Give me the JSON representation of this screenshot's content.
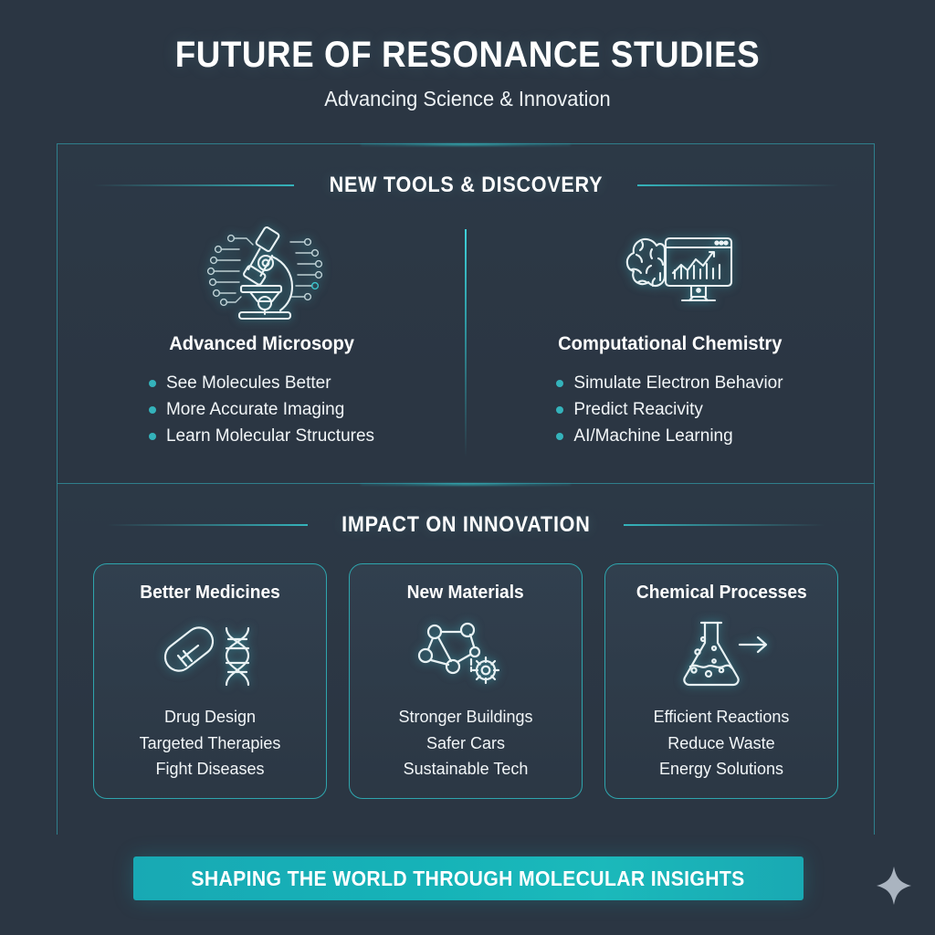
{
  "header": {
    "title": "FUTURE OF RESONANCE STUDIES",
    "subtitle": "Advancing Science & Innovation"
  },
  "colors": {
    "background": "#2b3643",
    "accent_teal": "#34b3bb",
    "accent_teal_bright": "#3fd2da",
    "border_teal": "#2ea5ad",
    "banner_teal": "#18a9b4",
    "text_white": "#ffffff"
  },
  "sections": {
    "tools": {
      "heading": "NEW TOOLS & DISCOVERY",
      "columns": [
        {
          "icon": "microscope-icon",
          "title": "Advanced Microsopy",
          "bullets": [
            "See Molecules Better",
            "More Accurate Imaging",
            "Learn Molecular Structures"
          ]
        },
        {
          "icon": "brain-monitor-chart-icon",
          "title": "Computational Chemistry",
          "bullets": [
            "Simulate Electron Behavior",
            "Predict Reacivity",
            "AI/Machine Learning"
          ]
        }
      ]
    },
    "impact": {
      "heading": "IMPACT ON INNOVATION",
      "cards": [
        {
          "icon": "pill-dna-icon",
          "title": "Better Medicines",
          "lines": [
            "Drug Design",
            "Targeted Therapies",
            "Fight Diseases"
          ]
        },
        {
          "icon": "molecule-gear-icon",
          "title": "New Materials",
          "lines": [
            "Stronger Buildings",
            "Safer Cars",
            "Sustainable Tech"
          ]
        },
        {
          "icon": "flask-arrow-icon",
          "title": "Chemical Processes",
          "lines": [
            "Efficient Reactions",
            "Reduce Waste",
            "Energy Solutions"
          ]
        }
      ]
    }
  },
  "footer": {
    "banner_text": "SHAPING THE WORLD THROUGH MOLECULAR INSIGHTS",
    "watermark": "sparkle-icon"
  }
}
